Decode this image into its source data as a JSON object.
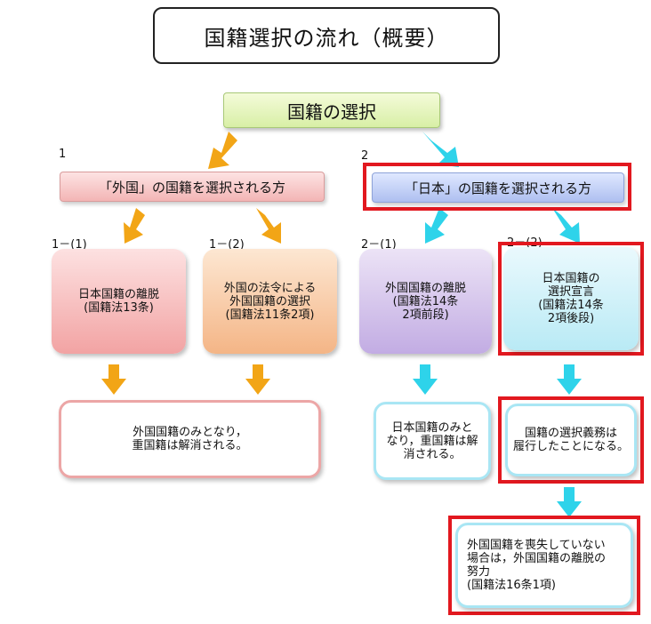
{
  "title": "国籍選択の流れ（概要）",
  "top_node": "国籍の選択",
  "branch_left": {
    "num": "1",
    "label": "「外国」の国籍を選択される方"
  },
  "branch_right": {
    "num": "2",
    "label": "「日本」の国籍を選択される方"
  },
  "nodes": [
    {
      "num": "1－(1)",
      "text": "日本国籍の離脱\n(国籍法13条)"
    },
    {
      "num": "1－(2)",
      "text": "外国の法令による\n外国国籍の選択\n(国籍法11条2項)"
    },
    {
      "num": "2－(1)",
      "text": "外国国籍の離脱\n(国籍法14条\n2項前段)"
    },
    {
      "num": "2－(2)",
      "text": "日本国籍の\n選択宣言\n(国籍法14条\n2項後段)"
    }
  ],
  "results": {
    "left": "外国国籍のみとなり，\n重国籍は解消される。",
    "mid": "日本国籍のみと\nなり，重国籍は解\n消される。",
    "right": "国籍の選択義務は\n履行したことになる。",
    "last": "外国国籍を喪失していない\n場合は，外国国籍の離脱の\n努力\n(国籍法16条1項)"
  },
  "colors": {
    "arrow_orange": "#f2a516",
    "arrow_cyan": "#2ed3ea",
    "highlight_red": "#e2181f"
  }
}
